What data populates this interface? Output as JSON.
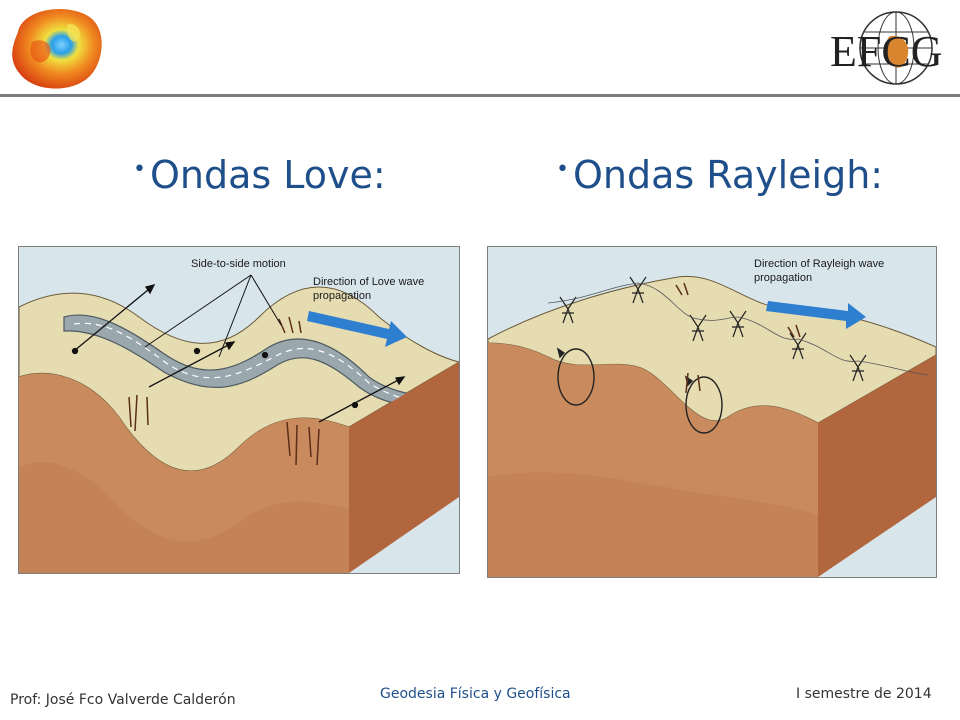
{
  "header": {
    "logo_right_text": "EFCG"
  },
  "slide": {
    "bullet_love": "Ondas Love:",
    "bullet_rayleigh": "Ondas Rayleigh:"
  },
  "love_diagram": {
    "motion_label": "Side-to-side motion",
    "direction_label_line1": "Direction of Love wave",
    "direction_label_line2": "propagation"
  },
  "rayleigh_diagram": {
    "direction_label_line1": "Direction of Rayleigh wave",
    "direction_label_line2": "propagation"
  },
  "footer": {
    "author": "Prof: José Fco Valverde Calderón",
    "course": "Geodesia Física y Geofísica",
    "term": "I semestre de 2014"
  },
  "colors": {
    "title_blue": "#1f4f8a",
    "ground_top": "#e8e0b8",
    "ground_side": "#c98a5e",
    "ground_dark": "#a8603a",
    "road": "#9aa7ad",
    "arrow_blue": "#2f7fd0"
  }
}
